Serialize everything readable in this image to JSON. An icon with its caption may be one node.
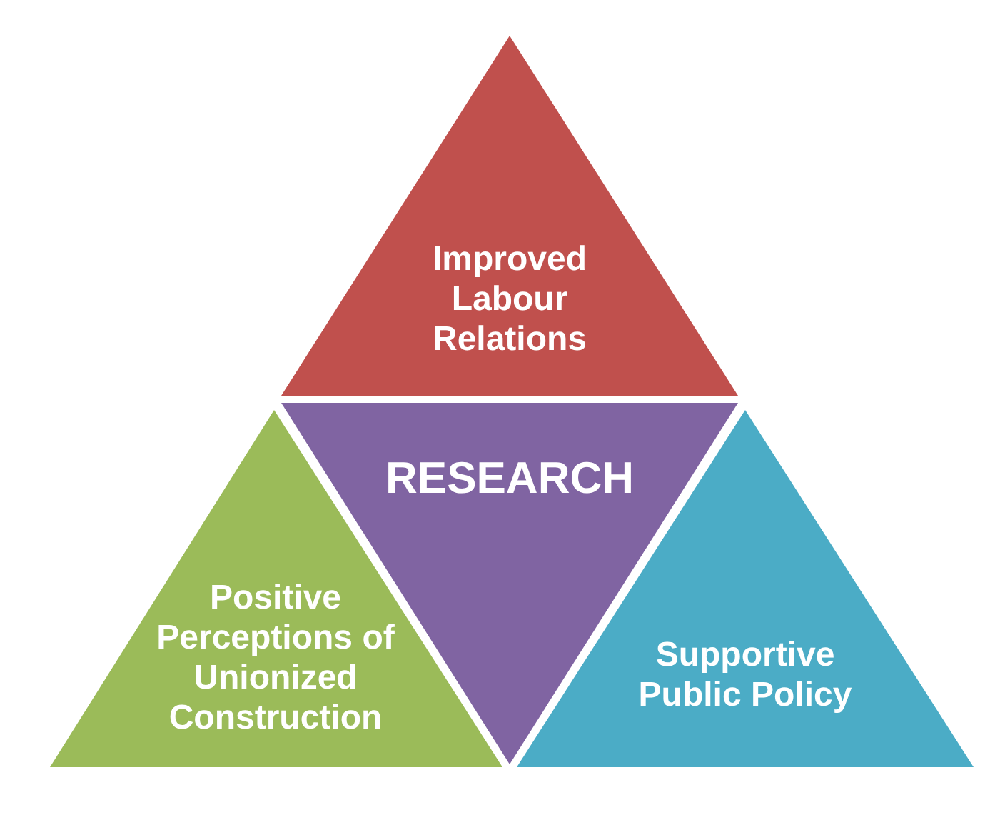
{
  "diagram": {
    "nodes": [
      {
        "text": [
          "Improved Labour Relations"
        ]
      },
      {
        "text": [
          "RESEARCH"
        ]
      },
      {
        "text": [
          "Positive Perceptions of Unionized Construction"
        ]
      },
      {
        "text": [
          "Supportive Public Policy"
        ]
      }
    ]
  }
}
